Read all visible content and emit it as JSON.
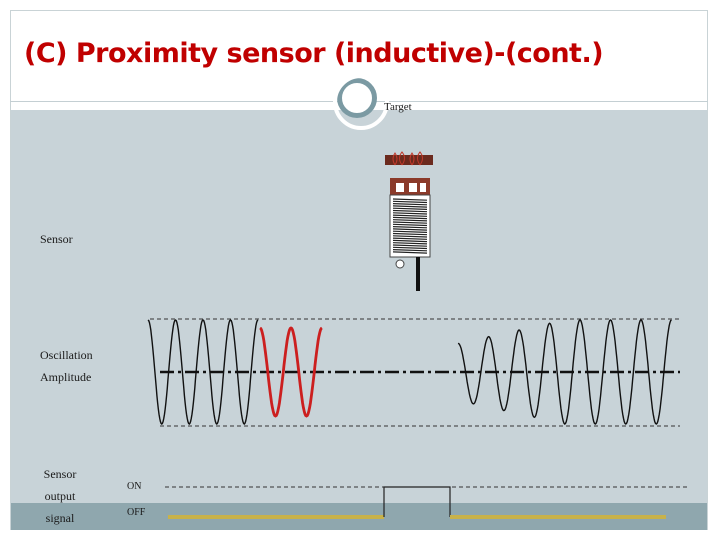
{
  "slide": {
    "title": "(C) Proximity  sensor (inductive)-(cont.)",
    "target_label": "Target",
    "sensor_label": "Sensor",
    "oscillation_label": "Oscillation\nAmplitude",
    "output_label": "Sensor\noutput\nsignal",
    "on_label": "ON",
    "off_label": "OFF"
  },
  "colors": {
    "title": "#c00000",
    "panel": "#c8d3d8",
    "strip": "#8fa7ae",
    "wave": "#111111",
    "wave_highlight": "#cc1f1f",
    "signal_low": "#c8b24a",
    "sensor_body": "#ffffff",
    "sensor_head": "#8b3a2a"
  }
}
